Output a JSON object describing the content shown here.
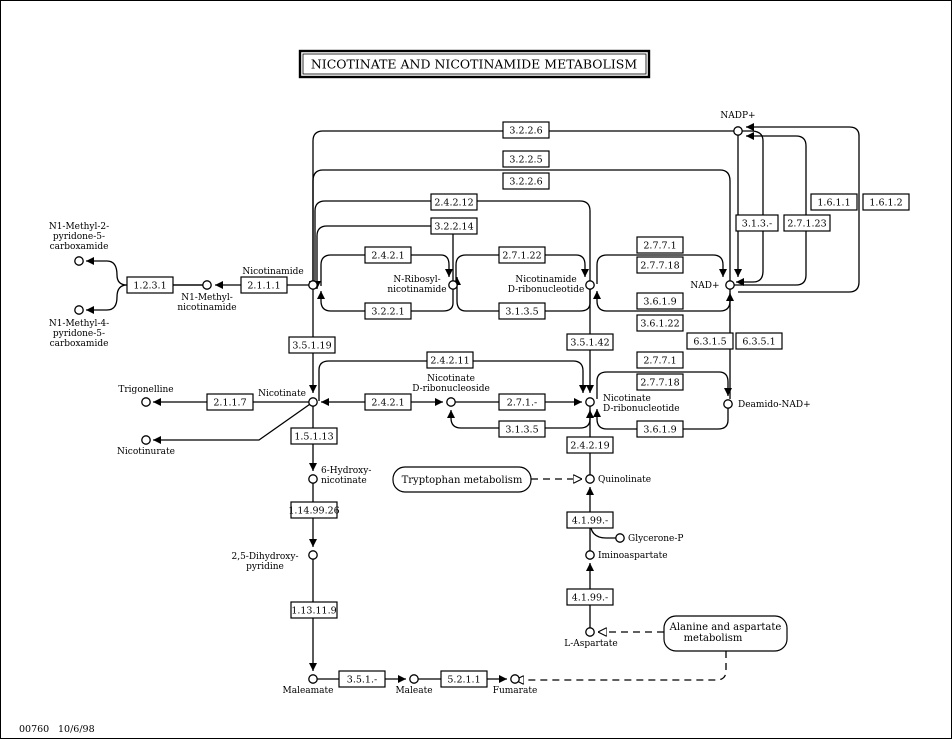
{
  "title": "NICOTINATE AND NICOTINAMIDE METABOLISM",
  "footer": {
    "map_id": "00760",
    "date": "10/6/98"
  },
  "pathway_links": {
    "tryptophan": "Tryptophan metabolism",
    "alanine_line1": "Alanine and aspartate",
    "alanine_line2": "metabolism"
  },
  "compounds": {
    "nadp": [
      "NADP+"
    ],
    "n1m2p": [
      "N1-Methyl-2-",
      "pyridone-5-",
      "carboxamide"
    ],
    "n1m4p": [
      "N1-Methyl-4-",
      "pyridone-5-",
      "carboxamide"
    ],
    "n1mn": [
      "N1-Methyl-",
      "nicotinamide"
    ],
    "nam": [
      "Nicotinamide"
    ],
    "nrn": [
      "N-Ribosyl-",
      "nicotinamide"
    ],
    "nmn": [
      "Nicotinamide",
      "D-ribonucleotide"
    ],
    "nad": [
      "NAD+"
    ],
    "trig": [
      "Trigonelline"
    ],
    "nicurate": [
      "Nicotinurate"
    ],
    "na": [
      "Nicotinate"
    ],
    "narib": [
      "Nicotinate",
      "D-ribonucleoside"
    ],
    "namn": [
      "Nicotinate",
      "D-ribonucleotide"
    ],
    "dnad": [
      "Deamido-NAD+"
    ],
    "hydroxy6": [
      "6-Hydroxy-",
      "nicotinate"
    ],
    "quin": [
      "Quinolinate"
    ],
    "glyp": [
      "Glycerone-P"
    ],
    "imino": [
      "Iminoaspartate"
    ],
    "dihydroxy": [
      "2,5-Dihydroxy-",
      "pyridine"
    ],
    "lasp": [
      "L-Aspartate"
    ],
    "maleamate": [
      "Maleamate"
    ],
    "maleate": [
      "Maleate"
    ],
    "fumarate": [
      "Fumarate"
    ]
  },
  "enzymes": [
    "3.2.2.6",
    "3.2.2.5",
    "3.2.2.6",
    "2.4.2.12",
    "3.2.2.14",
    "1.6.1.1",
    "1.6.1.2",
    "3.1.3.-",
    "2.7.1.23",
    "2.4.2.1",
    "2.7.1.22",
    "2.7.7.1",
    "2.7.7.18",
    "1.2.3.1",
    "2.1.1.1",
    "3.2.2.1",
    "3.1.3.5",
    "3.6.1.9",
    "3.6.1.22",
    "6.3.1.5",
    "6.3.5.1",
    "3.5.1.19",
    "3.5.1.42",
    "2.4.2.11",
    "2.7.7.1",
    "2.7.7.18",
    "2.1.1.7",
    "2.4.2.1",
    "2.7.1.-",
    "3.1.3.5",
    "3.6.1.9",
    "1.5.1.13",
    "2.4.2.19",
    "4.1.99.-",
    "1.14.99.26",
    "4.1.99.-",
    "1.13.11.9",
    "3.5.1.-",
    "5.2.1.1"
  ]
}
